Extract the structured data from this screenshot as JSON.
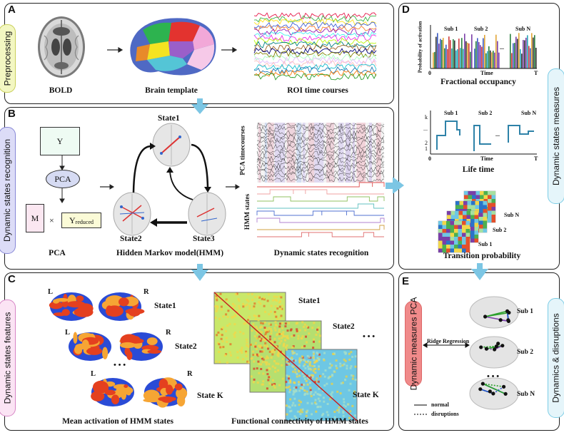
{
  "panels": {
    "A": {
      "letter": "A",
      "tag": "Preprocessing",
      "captions": [
        "BOLD",
        "Brain template",
        "ROI time courses"
      ]
    },
    "B": {
      "letter": "B",
      "tag": "Dynamic states recognition",
      "pca": {
        "y": "Y",
        "pca": "PCA",
        "m": "M",
        "times": "×",
        "yred_main": "Y",
        "yred_sub": "reduced",
        "caption": "PCA"
      },
      "hmm": {
        "states": [
          "State1",
          "State2",
          "State3"
        ],
        "caption": "Hidden Markov model(HMM)"
      },
      "recog": {
        "pca_axis": "PCA timecourses",
        "hmm_axis": "HMM states",
        "caption": "Dynamic states recognition"
      }
    },
    "C": {
      "letter": "C",
      "tag": "Dynamic states features",
      "activation": {
        "L": "L",
        "R": "R",
        "states": [
          "State1",
          "State2",
          "State K"
        ],
        "dots": "• • •",
        "caption": "Mean activation of HMM states"
      },
      "connectivity": {
        "states": [
          "State1",
          "State2",
          "State K"
        ],
        "dots": "• • •",
        "caption": "Functional connectivity of HMM states"
      }
    },
    "D": {
      "letter": "D",
      "tag": "Dynamic states measures",
      "fo": {
        "ylabel": "Probability of activation",
        "subs": [
          "Sub 1",
          "Sub 2",
          "Sub N"
        ],
        "dots": "...",
        "x0": "0",
        "xlabel": "Time",
        "xT": "T",
        "caption": "Fractional occupancy"
      },
      "lt": {
        "subs": [
          "Sub 1",
          "Sub 2",
          "Sub N"
        ],
        "dots": "...",
        "yticks": [
          "k",
          "...",
          "2",
          "1"
        ],
        "x0": "0",
        "xlabel": "Time",
        "xT": "T",
        "caption": "Life time"
      },
      "tp": {
        "subs": [
          "Sub N",
          "Sub 2",
          "Sub 1"
        ],
        "caption": "Transition probability"
      }
    },
    "E": {
      "letter": "E",
      "tag": "Dynamics & disruptions",
      "pill": "Dynamic measures PCA",
      "ridge": "Ridge Regression",
      "subs": [
        "Sub 1",
        "Sub 2",
        "Sub N"
      ],
      "dots": "• • •",
      "legend": {
        "normal": "normal",
        "disruptions": "disruptions"
      }
    }
  },
  "colors": {
    "arrow": "#7cc6e4",
    "tagA": "#f3f7c2",
    "tagB": "#dcdcf7",
    "tagC": "#fbe4f4",
    "tagD": "#e5f5fa",
    "pill": "#f08a8a"
  }
}
